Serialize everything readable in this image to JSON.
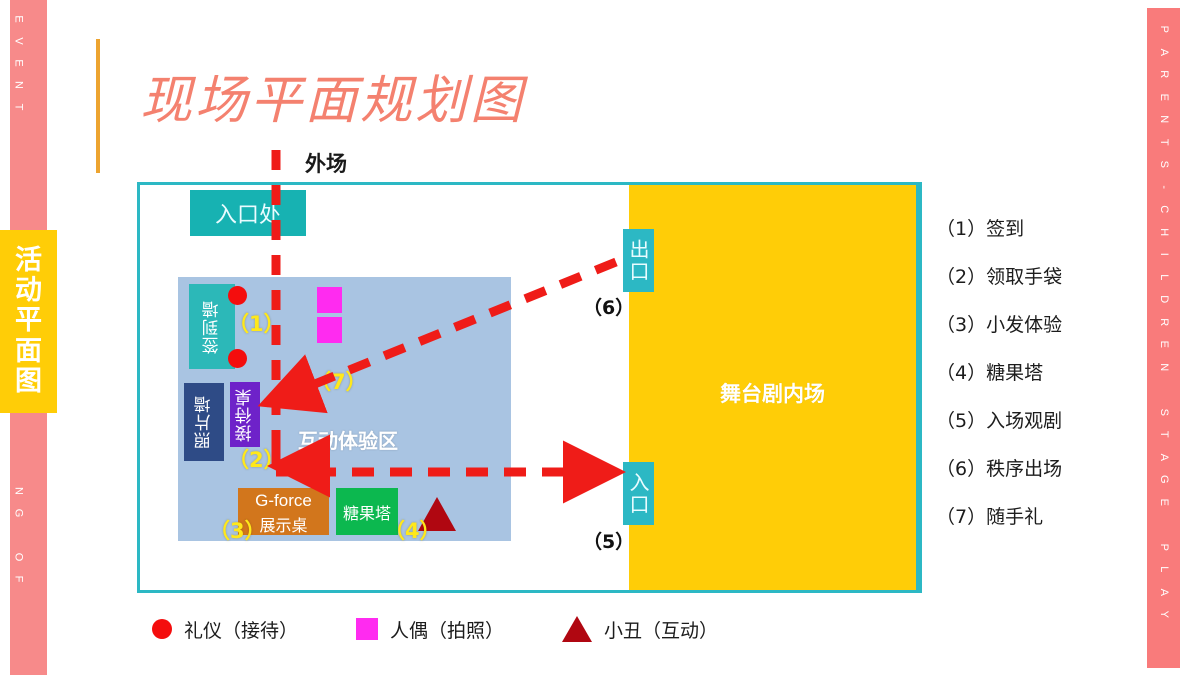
{
  "title": "现场平面规划图",
  "left_rail": {
    "top_text": "EVENT",
    "bottom_text": "NG OF",
    "badge": [
      "活",
      "动",
      "平",
      "面",
      "图"
    ]
  },
  "right_rail": {
    "text": "PARENTS-CHILDREN STAGE PLAY"
  },
  "map": {
    "outfield_label": "外场",
    "entrance_top": "入口处",
    "interaction_zone": "互动体验区",
    "stage_hall": "舞台剧内场",
    "exit_door": "出口",
    "entrance_door": "入口",
    "signin_wall": "签到墙",
    "photo_wall": "照片墙",
    "reception_desk": "接待桌",
    "gforce_line1": "G-force",
    "gforce_line2": "展示桌",
    "candy_tower": "糖果塔",
    "step_tags": {
      "t1": "（1）",
      "t2": "（2）",
      "t3": "（3）",
      "t4": "（4）",
      "t5": "（5）",
      "t6": "（6）",
      "t7": "（7）"
    }
  },
  "steps": [
    "（1）签到",
    "（2）领取手袋",
    "（3）小发体验",
    "（4）糖果塔",
    "（5）入场观剧",
    "（6）秩序出场",
    "（7）随手礼"
  ],
  "legend": [
    {
      "icon": "red-circle-icon",
      "label": "礼仪（接待）"
    },
    {
      "icon": "magenta-square-icon",
      "label": "人偶（拍照）"
    },
    {
      "icon": "dark-red-triangle-icon",
      "label": "小丑（互动）"
    }
  ],
  "colors": {
    "rail_pink": "#f78a8a",
    "badge_yellow": "#ffcd07",
    "title_red": "#f4816f",
    "frame_teal": "#2cb8c4",
    "stage_yellow": "#ffcd07",
    "zone_blue": "#a9c4e2",
    "flow_red": "#ef1c18",
    "tag_yellow": "#ffe81a",
    "signin_teal": "#2cb8b8",
    "photo_navy": "#2e4b86",
    "reception_purple": "#6e22c9",
    "gforce_orange": "#d2761c",
    "candy_green": "#0cb84f",
    "puppet_magenta": "#ff2bf0",
    "clown_darkred": "#b00711",
    "accent_orange": "#eda430"
  }
}
